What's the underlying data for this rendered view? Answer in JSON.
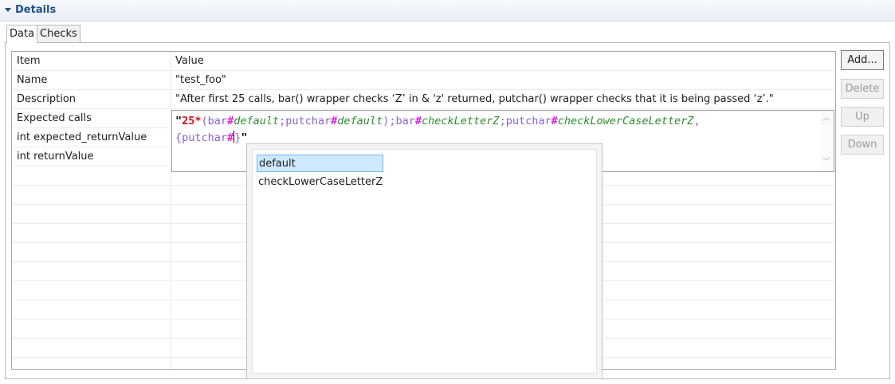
{
  "section": {
    "title": "Details"
  },
  "tabs": [
    {
      "label": "Data",
      "active": true
    },
    {
      "label": "Checks",
      "active": false
    }
  ],
  "table": {
    "columns": [
      "Item",
      "Value"
    ],
    "rows": [
      {
        "item": "Name",
        "value": "\"test_foo\""
      },
      {
        "item": "Description",
        "value": "\"After first 25 calls, bar() wrapper checks ‘Z’ in & 'z' returned, putchar() wrapper checks that it is being passed ‘z’.\""
      },
      {
        "item": "Expected calls",
        "value": ""
      },
      {
        "item": "int expected_returnValue",
        "value": ""
      },
      {
        "item": "int returnValue",
        "value": ""
      }
    ]
  },
  "editor": {
    "line1": {
      "quote_open": "\"",
      "count": "25*",
      "paren_open": "(",
      "fn_bar": "bar",
      "hash1": "#",
      "val_default1": "default",
      "semi1": ";",
      "fn_putchar1": "putchar",
      "hash2": "#",
      "val_default2": "default",
      "paren_close": ")",
      "semi2": ";",
      "fn_bar2": "bar",
      "hash3": "#",
      "val_checkLetterZ": "checkLetterZ",
      "semi3": ";",
      "fn_putchar2": "putchar",
      "hash4": "#",
      "val_checkLower": "checkLowerCaseLetterZ",
      "comma": ","
    },
    "line2": {
      "brace_open": "{",
      "fn_putchar": "putchar",
      "hash": "#",
      "brace_close": "}",
      "quote_close": "\""
    }
  },
  "autocomplete": {
    "items": [
      "default",
      "checkLowerCaseLetterZ"
    ],
    "selected_index": 0
  },
  "buttons": {
    "add": "Add...",
    "delete": "Delete",
    "up": "Up",
    "down": "Down"
  },
  "colors": {
    "section_title": "#1f4f8a",
    "count": "#d01010",
    "function": "#8a62c8",
    "hash": "#e020e0",
    "value_italic": "#2e8c2e",
    "selection": "#cde8ff"
  }
}
